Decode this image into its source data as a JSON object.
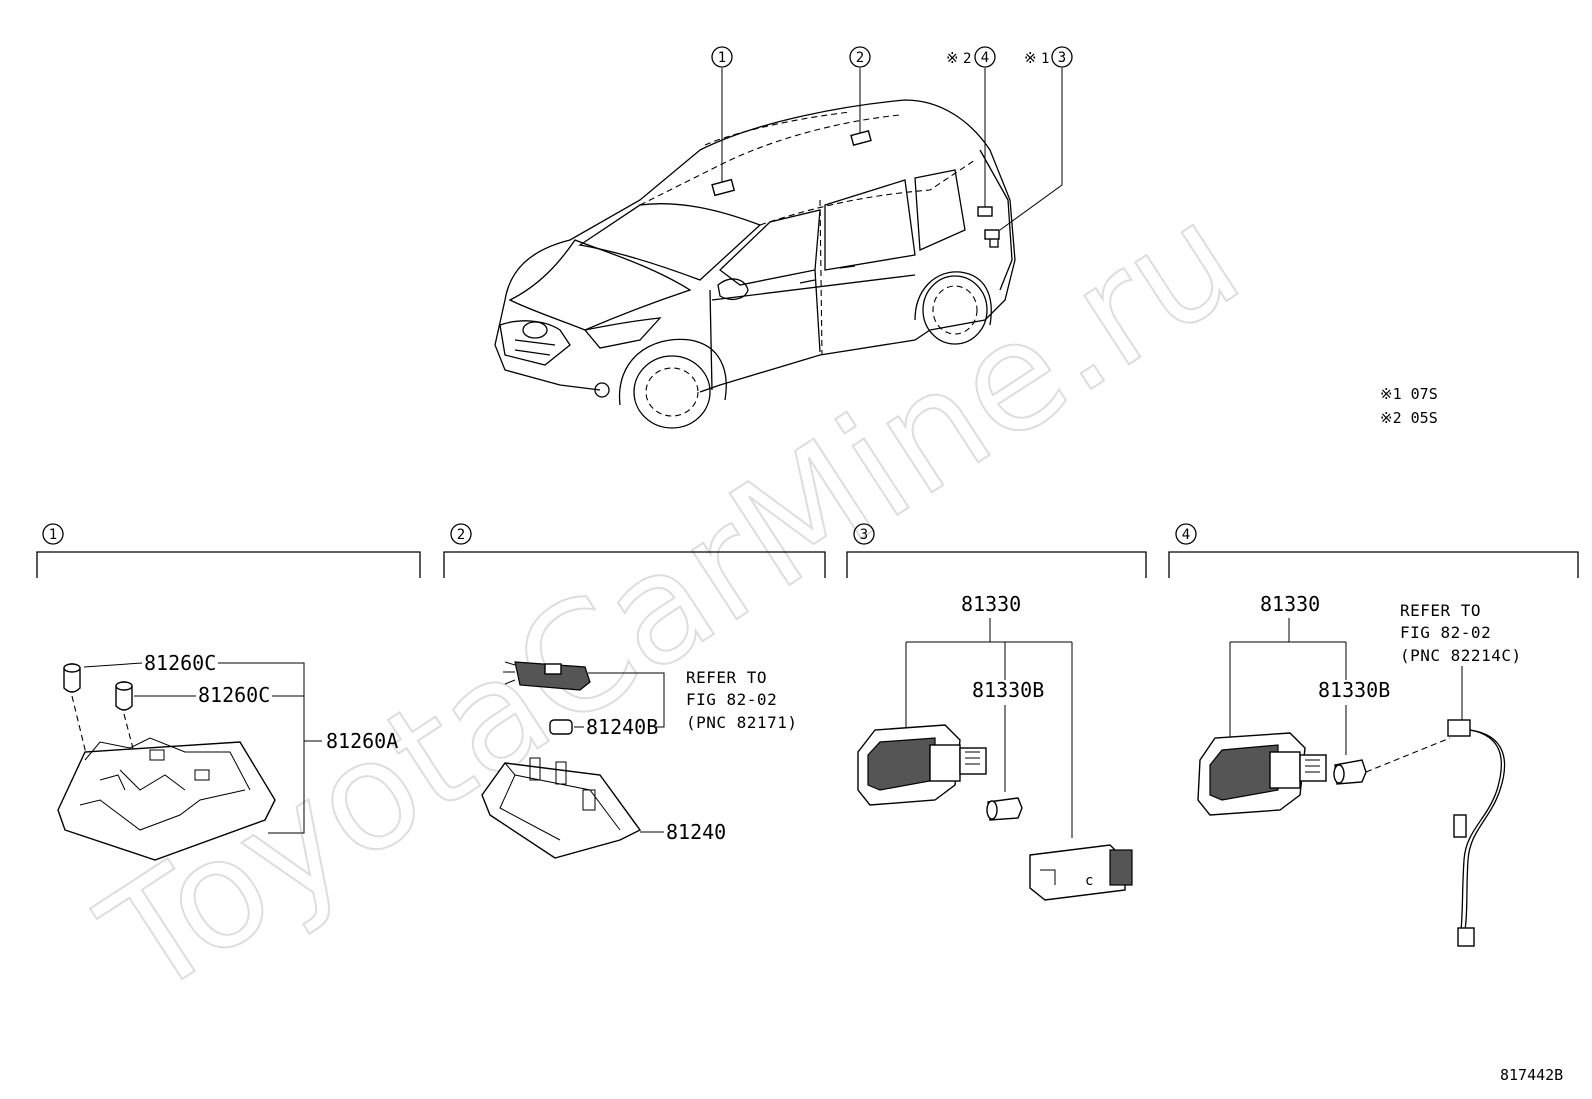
{
  "callouts": [
    "1",
    "2",
    "3",
    "4"
  ],
  "notes": {
    "mark": "※",
    "note1_num": "1",
    "note2_num": "2",
    "legend1": "※1 07S",
    "legend2": "※2 05S"
  },
  "section1": {
    "number": "1",
    "parts": [
      "81260C",
      "81260C",
      "81260A"
    ]
  },
  "section2": {
    "number": "2",
    "parts": [
      "81240B",
      "81240"
    ],
    "refer": [
      "REFER TO",
      "FIG 82-02",
      "(PNC 82171)"
    ]
  },
  "section3": {
    "number": "3",
    "parts": [
      "81330",
      "81330B"
    ]
  },
  "section4": {
    "number": "4",
    "parts": [
      "81330",
      "81330B"
    ],
    "refer": [
      "REFER TO",
      "FIG 82-02",
      "(PNC 82214C)"
    ]
  },
  "watermark": "ToyotaCarMine.ru",
  "figure_id": "817442B"
}
